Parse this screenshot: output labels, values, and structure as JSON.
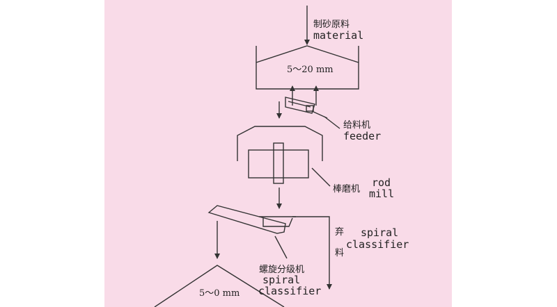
{
  "labels": {
    "material_cn": "制砂原料",
    "material_en": "material",
    "hopper_size": "5～20 mm",
    "feeder_cn": "给料机",
    "feeder_en": "feeder",
    "rodmill_cn": "棒磨机",
    "rodmill_en_1": "rod",
    "rodmill_en_2": "mill",
    "reject_cn_1": "弃",
    "reject_cn_2": "料",
    "reject_en_1": "spiral",
    "reject_en_2": "classifier",
    "classifier_cn": "螺旋分级机",
    "classifier_en_1": "spiral",
    "classifier_en_2": "classifier",
    "product_size": "5～0 mm"
  },
  "colors": {
    "panel": "#f9dbe8",
    "line": "#333333",
    "text": "#222222"
  }
}
